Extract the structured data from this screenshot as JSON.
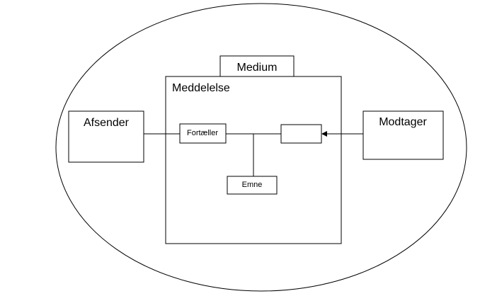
{
  "diagram": {
    "sender": "Afsender",
    "receiver": "Modtager",
    "medium": "Medium",
    "message": "Meddelelse",
    "narrator": "Fortæller",
    "topic": "Emne",
    "empty_box": ""
  }
}
